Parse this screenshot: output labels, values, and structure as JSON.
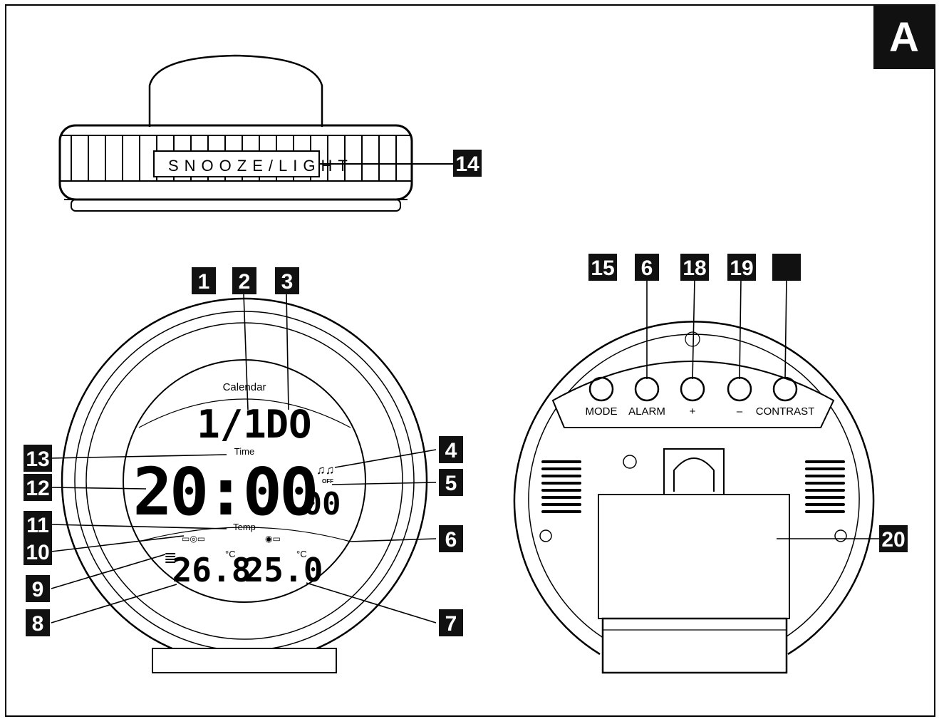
{
  "figure_letter": "A",
  "top_view": {
    "button_label": "SNOOZE/LIGHT"
  },
  "front_view": {
    "calendar_label": "Calendar",
    "date_display": "1/1",
    "weekday_display": "DO",
    "time_label": "Time",
    "time_display": "20:00",
    "seconds_display": "00",
    "alarm_off_label": "OFF",
    "temp_label": "Temp",
    "temp_indoor": "26.8",
    "temp_outdoor": "25.0",
    "temp_unit": "°C"
  },
  "back_view": {
    "buttons": [
      "MODE",
      "ALARM",
      "+",
      "–",
      "CONTRAST"
    ]
  },
  "callouts": [
    "1",
    "2",
    "3",
    "4",
    "5",
    "6",
    "7",
    "8",
    "9",
    "10",
    "11",
    "12",
    "13",
    "14",
    "15",
    "6",
    "18",
    "19",
    "20"
  ]
}
